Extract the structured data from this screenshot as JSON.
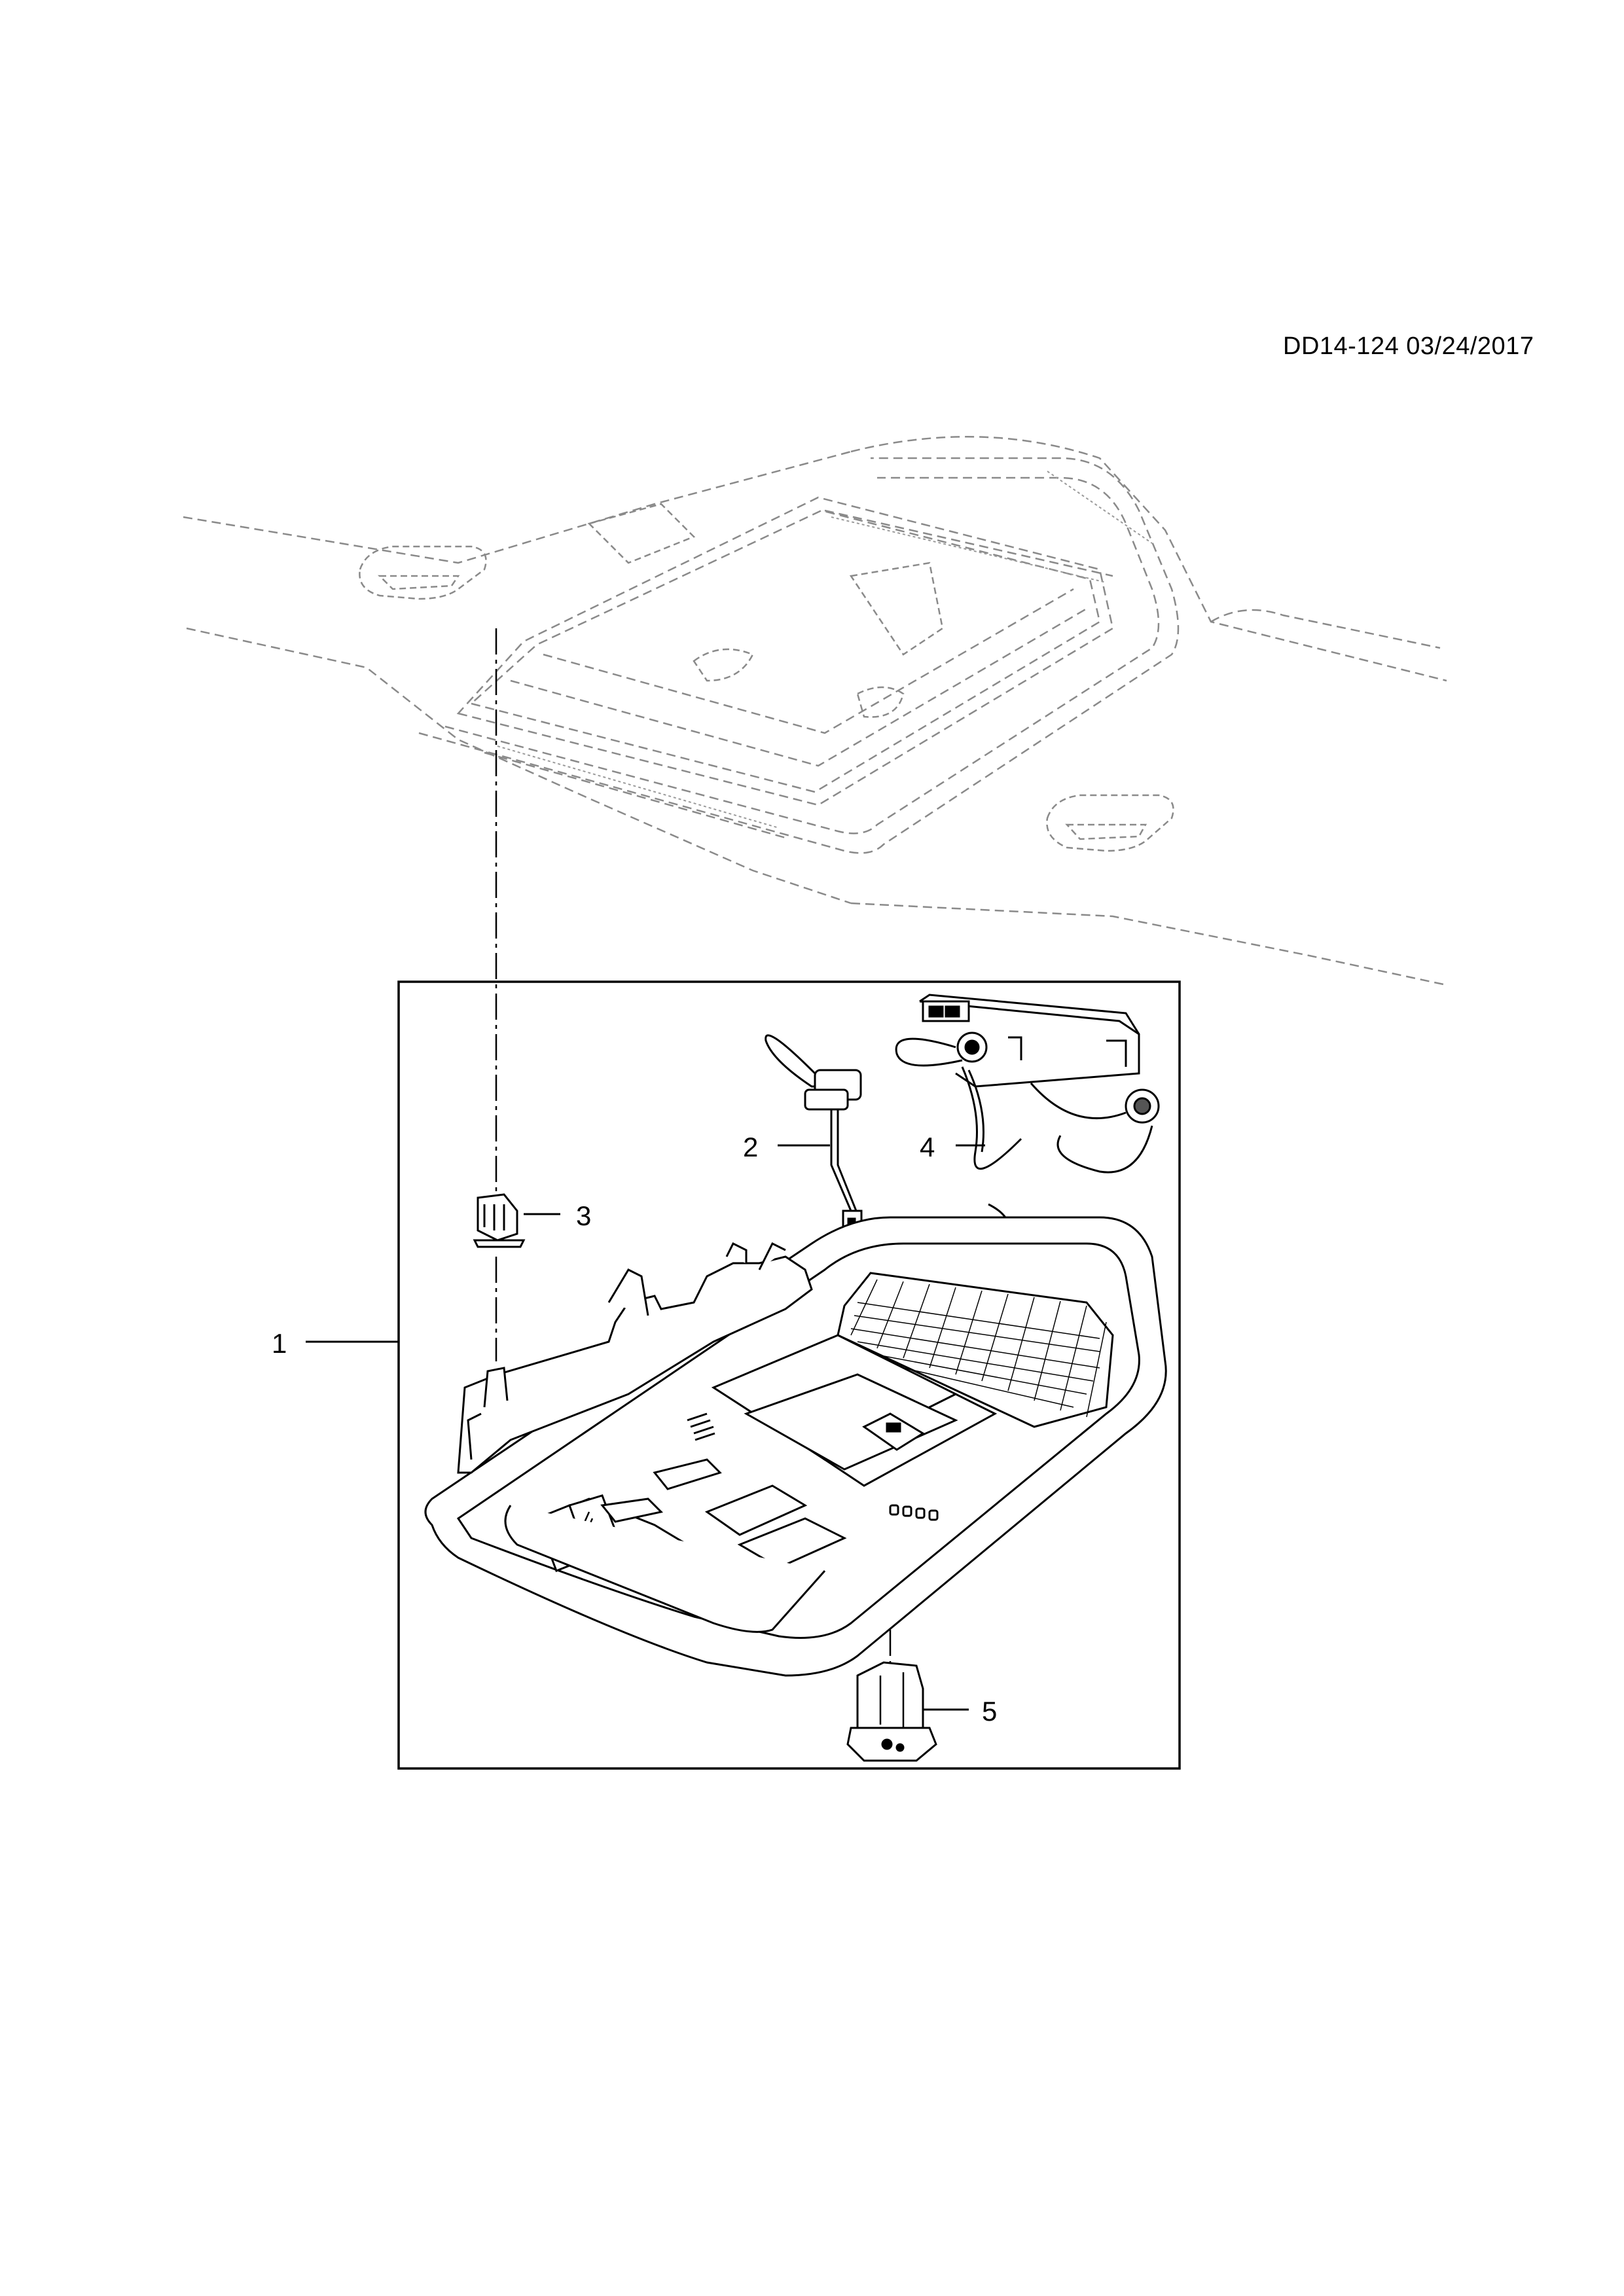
{
  "document": {
    "drawing_id": "DD14-124 03/24/2017"
  },
  "callouts": [
    {
      "number": "1",
      "part": "overhead-console"
    },
    {
      "number": "2",
      "part": "wiring-pigtail"
    },
    {
      "number": "3",
      "part": "retaining-clip"
    },
    {
      "number": "4",
      "part": "microphone-module-harness"
    },
    {
      "number": "5",
      "part": "interior-lamp-bulb-socket"
    }
  ],
  "icons": {
    "roof": "headliner-outline",
    "console": "overhead-console-drawing"
  }
}
